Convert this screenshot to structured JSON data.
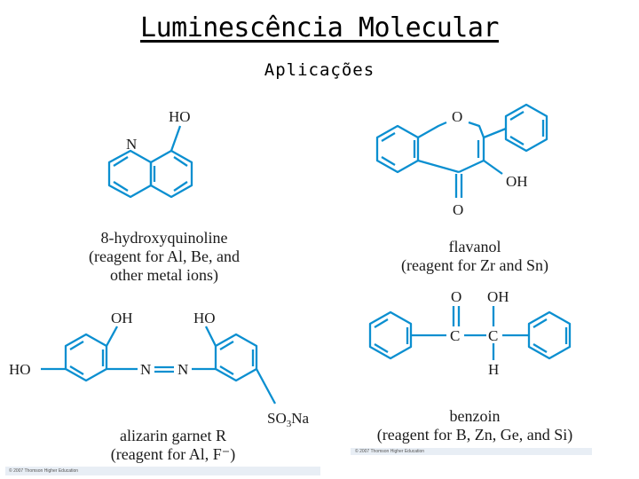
{
  "slide": {
    "title": "Luminescência Molecular",
    "subtitle": "Aplicações"
  },
  "molecules": {
    "hydroxyquinoline": {
      "atoms": {
        "oh": "HO",
        "n": "N"
      },
      "caption": [
        "8-hydroxyquinoline",
        "(reagent for Al, Be, and",
        "other metal ions)"
      ]
    },
    "flavanol": {
      "atoms": {
        "ring_o": "O",
        "oh": "OH",
        "keto_o": "O"
      },
      "caption": [
        "flavanol",
        "(reagent for Zr and Sn)"
      ]
    },
    "alizarin_garnet": {
      "atoms": {
        "oh_left": "OH",
        "oh_right": "HO",
        "ho_far": "HO",
        "n1": "N",
        "n2": "N",
        "so3": "SO",
        "so3_sub": "3",
        "na": "Na"
      },
      "caption": [
        "alizarin garnet R",
        "(reagent for Al, F⁻)"
      ]
    },
    "benzoin": {
      "atoms": {
        "o": "O",
        "oh": "OH",
        "c1": "C",
        "c2": "C",
        "h": "H"
      },
      "caption": [
        "benzoin",
        "(reagent for B, Zn, Ge, and Si)"
      ]
    }
  },
  "footer": {
    "left_copyright": "© 2007 Thomson Higher Education",
    "right_copyright": "© 2007 Thomson Higher Education"
  }
}
